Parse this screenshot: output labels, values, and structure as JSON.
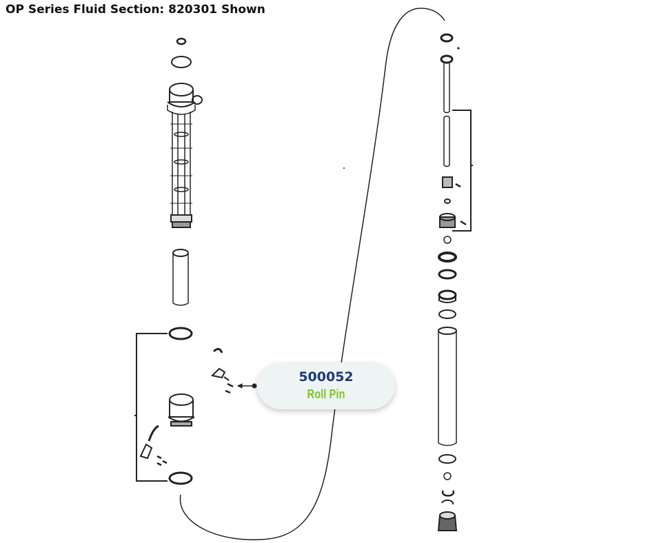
{
  "title": "OP Series Fluid Section: 820301 Shown",
  "callout": {
    "part_number": "500052",
    "part_name": "Roll Pin",
    "colors": {
      "background": "#eef4f4",
      "part_number": "#1f3a7a",
      "part_name": "#7cc52a"
    }
  },
  "icons": [
    "exploded-parts-diagram",
    "pointer-arrow-icon"
  ]
}
